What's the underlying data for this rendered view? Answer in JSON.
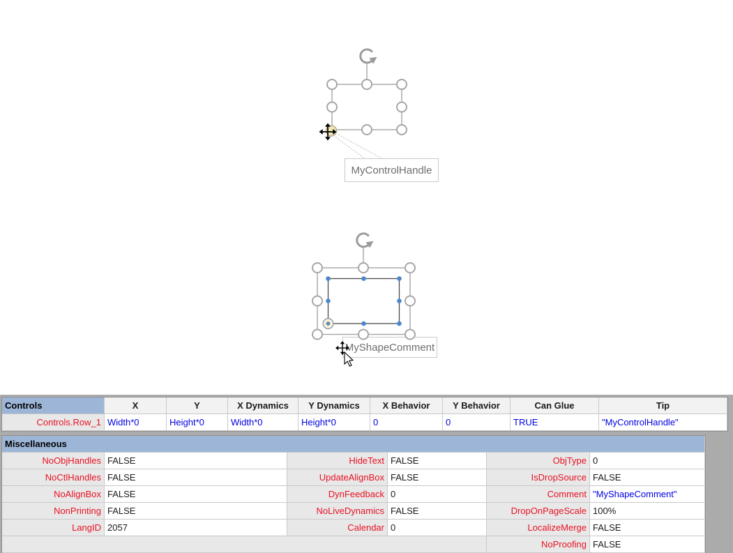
{
  "figures": {
    "top_tooltip": "MyControlHandle",
    "middle_tooltip": "MyShapeComment"
  },
  "controls": {
    "section_label": "Controls",
    "headers": [
      "X",
      "Y",
      "X Dynamics",
      "Y Dynamics",
      "X Behavior",
      "Y Behavior",
      "Can Glue",
      "Tip"
    ],
    "row": {
      "name": "Controls.Row_1",
      "values": [
        "Width*0",
        "Height*0",
        "Width*0",
        "Height*0",
        "0",
        "0",
        "TRUE",
        "\"MyControlHandle\""
      ]
    }
  },
  "misc": {
    "section_label": "Miscellaneous",
    "rows": [
      {
        "cells": [
          {
            "label": "NoObjHandles",
            "value": "FALSE"
          },
          {
            "label": "HideText",
            "value": "FALSE"
          },
          {
            "label": "ObjType",
            "value": "0"
          }
        ]
      },
      {
        "cells": [
          {
            "label": "NoCtlHandles",
            "value": "FALSE"
          },
          {
            "label": "UpdateAlignBox",
            "value": "FALSE"
          },
          {
            "label": "IsDropSource",
            "value": "FALSE"
          }
        ]
      },
      {
        "cells": [
          {
            "label": "NoAlignBox",
            "value": "FALSE"
          },
          {
            "label": "DynFeedback",
            "value": "0"
          },
          {
            "label": "Comment",
            "value": "\"MyShapeComment\""
          }
        ]
      },
      {
        "cells": [
          {
            "label": "NonPrinting",
            "value": "FALSE"
          },
          {
            "label": "NoLiveDynamics",
            "value": "FALSE"
          },
          {
            "label": "DropOnPageScale",
            "value": "100%"
          }
        ]
      },
      {
        "cells": [
          {
            "label": "LangID",
            "value": "2057"
          },
          {
            "label": "Calendar",
            "value": "0"
          },
          {
            "label": "LocalizeMerge",
            "value": "FALSE"
          }
        ]
      },
      {
        "cells": [
          null,
          null,
          {
            "label": "NoProofing",
            "value": "FALSE"
          }
        ]
      }
    ]
  },
  "colors": {
    "section_header_bg": "#9db6d7",
    "label_bg": "#e8e8e8",
    "label_red": "#e81123",
    "value_blue": "#0000e0",
    "window_gray": "#ababab",
    "handle_gray": "#a6a6a6",
    "control_handle_yellow": "#f4e6b4",
    "vertex_blue": "#4c86cc"
  }
}
